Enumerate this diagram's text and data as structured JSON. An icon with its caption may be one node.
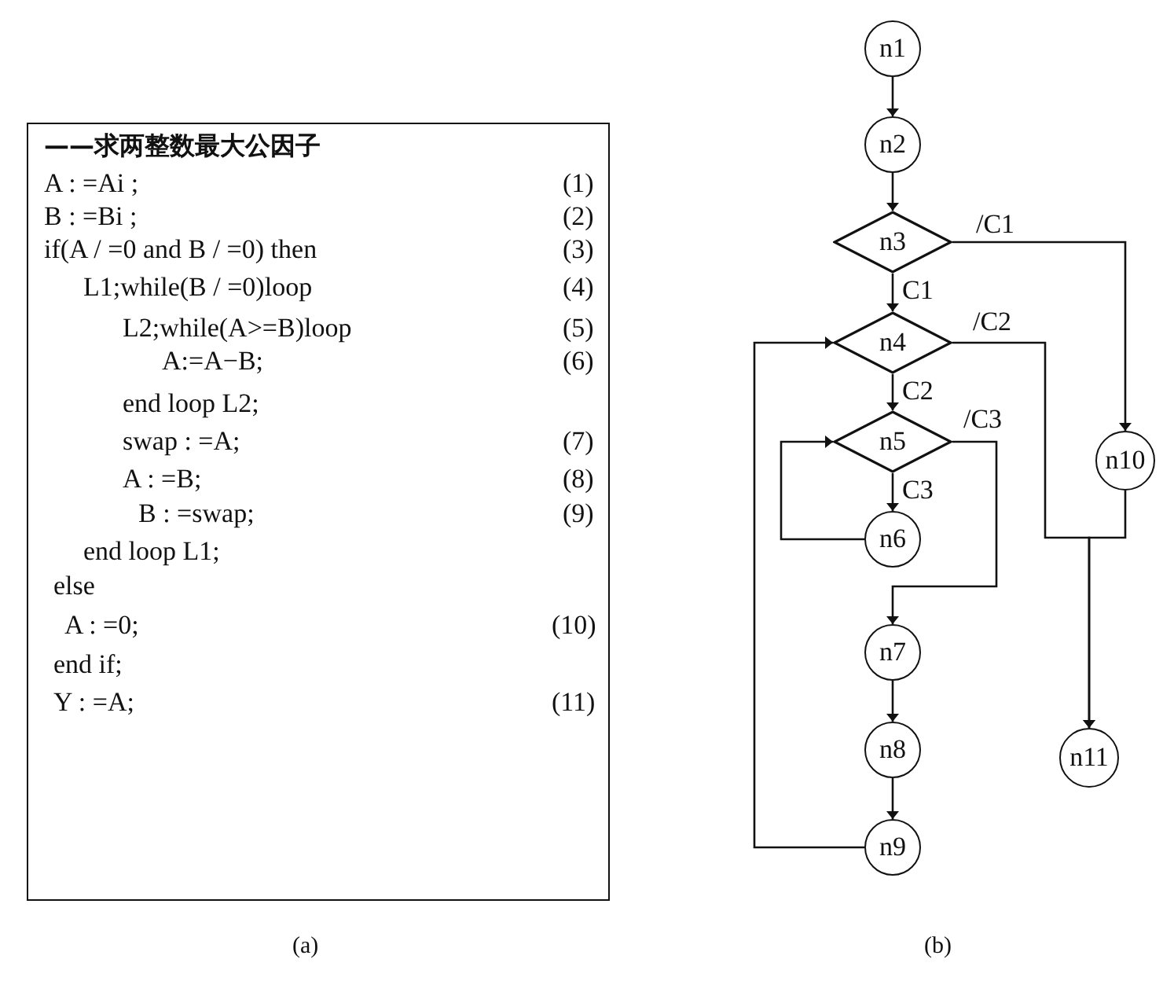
{
  "diagram": {
    "nodes": [
      {
        "text": [
          "——求两整数最大公因子",
          "A : =Ai ;",
          "(1)",
          "B : =Bi ;",
          "(2)",
          "if(A / =0 and B / =0) then",
          "(3)",
          "L1;while(B / =0)loop",
          "(4)",
          "L2;while(A>=B)loop",
          "(5)",
          "A:=A−B;",
          "(6)",
          "end loop L2;",
          "swap : =A;",
          "(7)",
          "A : =B;",
          "(8)",
          "B : =swap;",
          "(9)",
          "end loop L1;",
          "else",
          "A : =0;",
          "(10)",
          "end if;",
          "Y : =A;",
          "(11)"
        ]
      },
      {
        "text": [
          "n1"
        ]
      },
      {
        "text": [
          "n2"
        ]
      },
      {
        "text": [
          "n3"
        ]
      },
      {
        "text": [
          "n4"
        ]
      },
      {
        "text": [
          "n5"
        ]
      },
      {
        "text": [
          "n6"
        ]
      },
      {
        "text": [
          "n7"
        ]
      },
      {
        "text": [
          "n8"
        ]
      },
      {
        "text": [
          "n9"
        ]
      },
      {
        "text": [
          "n10"
        ]
      },
      {
        "text": [
          "n11"
        ]
      }
    ],
    "edges": [
      {
        "from": 1,
        "to": 2,
        "arrow": "to"
      },
      {
        "from": 2,
        "to": 3,
        "arrow": "to"
      },
      {
        "from": 3,
        "to": 4,
        "arrow": "to",
        "label": "C1"
      },
      {
        "from": 3,
        "to": 10,
        "arrow": "to",
        "label": "/C1"
      },
      {
        "from": 4,
        "to": 5,
        "arrow": "to",
        "label": "C2"
      },
      {
        "from": 4,
        "to": 11,
        "arrow": "to",
        "label": "/C2"
      },
      {
        "from": 10,
        "to": 11,
        "arrow": "to"
      },
      {
        "from": 5,
        "to": 6,
        "arrow": "to",
        "label": "C3"
      },
      {
        "from": 6,
        "to": 5,
        "arrow": "to"
      },
      {
        "from": 5,
        "to": 7,
        "arrow": "to",
        "label": "/C3"
      },
      {
        "from": 7,
        "to": 8,
        "arrow": "to"
      },
      {
        "from": 8,
        "to": 9,
        "arrow": "to"
      },
      {
        "from": 9,
        "to": 4,
        "arrow": "to"
      }
    ],
    "labels": [
      "(a)",
      "(b)"
    ]
  }
}
